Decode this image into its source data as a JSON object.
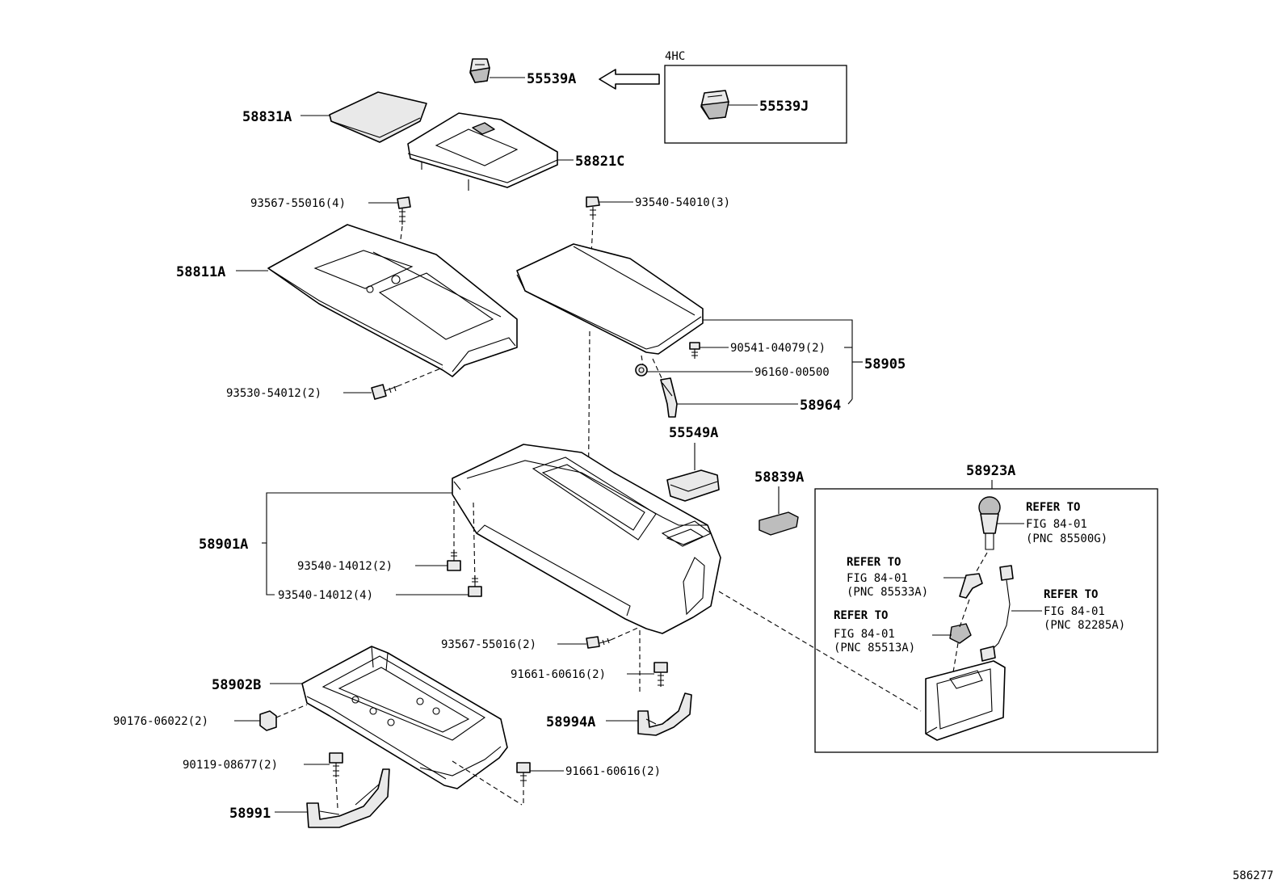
{
  "diagram_id": "586277",
  "variant_box": {
    "title": "4HC",
    "part": "55539J"
  },
  "parts": {
    "p55539A": "55539A",
    "p58831A": "58831A",
    "p58821C": "58821C",
    "p93567_top": "93567-55016(4)",
    "p93540_54010": "93540-54010(3)",
    "p58811A": "58811A",
    "p90541": "90541-04079(2)",
    "p96160": "96160-00500",
    "p58905": "58905",
    "p58964": "58964",
    "p93530": "93530-54012(2)",
    "p55549A": "55549A",
    "p58839A": "58839A",
    "p58923A": "58923A",
    "p58901A": "58901A",
    "p93540_a": "93540-14012(2)",
    "p93540_b": "93540-14012(4)",
    "p93567_bot": "93567-55016(2)",
    "p91661_a": "91661-60616(2)",
    "p58902B": "58902B",
    "p58994A": "58994A",
    "p90176": "90176-06022(2)",
    "p90119": "90119-08677(2)",
    "p91661_b": "91661-60616(2)",
    "p58991": "58991"
  },
  "refs": [
    {
      "l1": "REFER TO",
      "l2": "FIG 84-01",
      "l3": "(PNC 85500G)"
    },
    {
      "l1": "REFER TO",
      "l2": "FIG 84-01",
      "l3": "(PNC 85533A)"
    },
    {
      "l1": "REFER TO",
      "l2": "FIG 84-01",
      "l3": "(PNC 85513A)"
    },
    {
      "l1": "REFER TO",
      "l2": "FIG 84-01",
      "l3": "(PNC 82285A)"
    }
  ]
}
